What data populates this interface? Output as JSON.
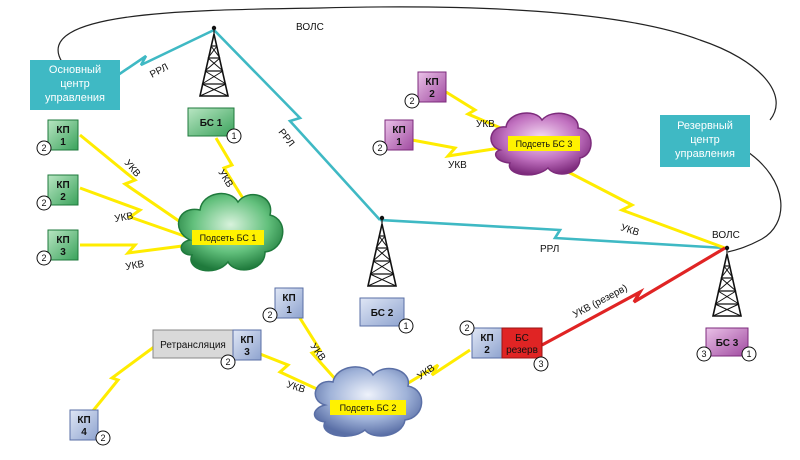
{
  "links": {
    "volc": "ВОЛС",
    "rrl": "РРЛ",
    "ukv": "УКВ",
    "ukv_reserve": "УКВ (резерв)"
  },
  "centers": {
    "main": [
      "Основный",
      "центр",
      "управления"
    ],
    "reserve": [
      "Резервный",
      "центр",
      "управления"
    ]
  },
  "stations": {
    "bs1": "БС 1",
    "bs2": "БС 2",
    "bs3": "БС 3",
    "bs_reserve": [
      "БС",
      "резерв"
    ]
  },
  "points": {
    "kp": "КП",
    "n1": "1",
    "n2": "2",
    "n3": "3",
    "n4": "4"
  },
  "relay": "Ретрансляция",
  "subnets": {
    "s1": "Подсеть БС 1",
    "s2": "Подсеть БС 2",
    "s3": "Подсеть БС 3"
  },
  "badges": {
    "one": "1",
    "two": "2",
    "three": "3"
  },
  "colors": {
    "green": "#3aa25b",
    "blue": "#9fb2d8",
    "purple": "#a04aa0",
    "teal": "#3fb9c4",
    "yellow": "#fff200",
    "red": "#e02424"
  }
}
